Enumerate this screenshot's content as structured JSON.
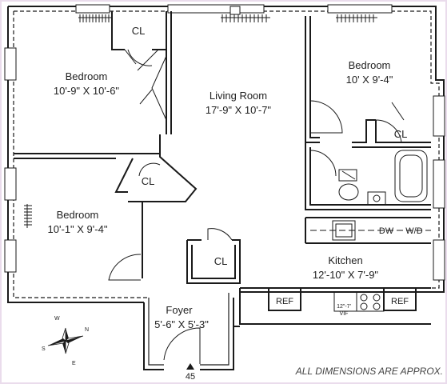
{
  "rooms": {
    "bedroom1": {
      "name": "Bedroom",
      "size": "10'-9\" X 10'-6\""
    },
    "bedroom2": {
      "name": "Bedroom",
      "size": "10' X 9'-4\""
    },
    "bedroom3": {
      "name": "Bedroom",
      "size": "10'-1\" X 9'-4\""
    },
    "living": {
      "name": "Living Room",
      "size": "17'-9\" X 10'-7\""
    },
    "kitchen": {
      "name": "Kitchen",
      "size": "12'-10\" X 7'-9\""
    },
    "foyer": {
      "name": "Foyer",
      "size": "5'-6\" X 5'-3\""
    }
  },
  "closets": {
    "label": "CL"
  },
  "fixtures": {
    "dw": "DW",
    "wd": "W/D",
    "ref": "REF",
    "oven": "12\"-7'",
    "oven2": "VIF"
  },
  "unit_number": "45",
  "compass": {
    "n": "N",
    "s": "S",
    "e": "E",
    "w": "W"
  },
  "note": "ALL DIMENSIONS ARE APPROX.",
  "colors": {
    "wall": "#1a1a1a",
    "wall_fill": "#ffffff",
    "line": "#222222",
    "accent": "#d7c2d9"
  }
}
